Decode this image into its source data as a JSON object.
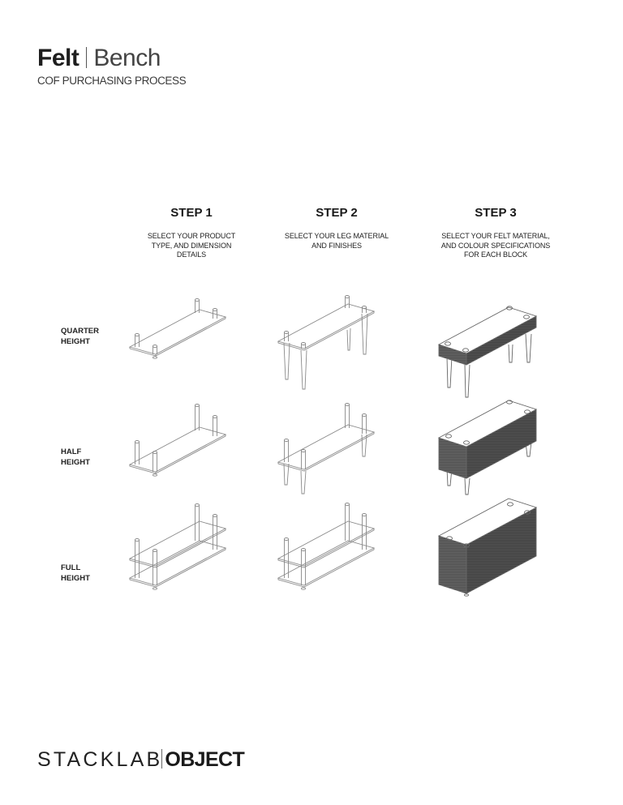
{
  "header": {
    "title_bold": "Felt",
    "title_light": "Bench",
    "subtitle": "COF PURCHASING PROCESS"
  },
  "steps": [
    {
      "title": "STEP 1",
      "description_lines": [
        "SELECT YOUR PRODUCT",
        "TYPE, AND DIMENSION",
        "DETAILS"
      ]
    },
    {
      "title": "STEP 2",
      "description_lines": [
        "SELECT YOUR LEG MATERIAL",
        "AND FINISHES"
      ]
    },
    {
      "title": "STEP 3",
      "description_lines": [
        "SELECT YOUR FELT MATERIAL,",
        "AND COLOUR SPECIFICATIONS",
        "FOR EACH BLOCK"
      ]
    }
  ],
  "rows": [
    {
      "label_lines": [
        "QUARTER",
        "HEIGHT"
      ]
    },
    {
      "label_lines": [
        "HALF",
        "HEIGHT"
      ]
    },
    {
      "label_lines": [
        "FULL",
        "HEIGHT"
      ]
    }
  ],
  "drawings": {
    "step1": [
      "frame-quarter-height",
      "frame-half-height",
      "frame-full-height"
    ],
    "step2": [
      "frame-with-legs-quarter",
      "frame-with-legs-half",
      "frame-with-legs-full"
    ],
    "step3": [
      "felt-block-quarter",
      "felt-block-half",
      "felt-block-full"
    ]
  },
  "footer": {
    "brand_left": "STACKLAB",
    "brand_right": "OBJECT"
  },
  "colors": {
    "line": "#8a8a8a",
    "felt": "#5a5a5a",
    "text": "#1a1a1a"
  }
}
